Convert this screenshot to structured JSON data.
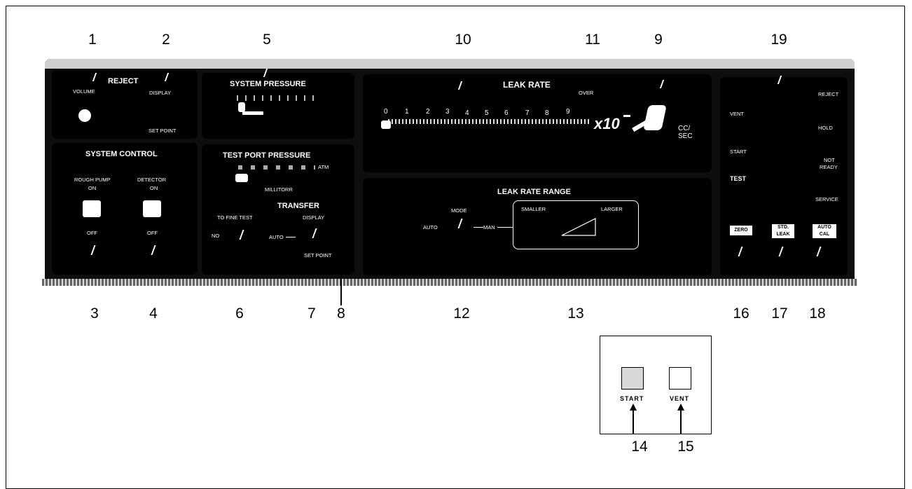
{
  "callouts": {
    "c1": "1",
    "c2": "2",
    "c3": "3",
    "c4": "4",
    "c5": "5",
    "c6": "6",
    "c7": "7",
    "c8": "8",
    "c9": "9",
    "c10": "10",
    "c11": "11",
    "c12": "12",
    "c13": "13",
    "c14": "14",
    "c15": "15",
    "c16": "16",
    "c17": "17",
    "c18": "18",
    "c19": "19"
  },
  "reject_panel": {
    "title": "REJECT",
    "volume": "VOLUME",
    "display": "DISPLAY",
    "set_point": "SET POINT"
  },
  "system_pressure": {
    "title": "SYSTEM PRESSURE"
  },
  "system_control": {
    "title": "SYSTEM CONTROL",
    "rough_pump": "ROUGH PUMP",
    "detector": "DETECTOR",
    "on": "ON",
    "off": "OFF"
  },
  "test_port": {
    "title": "TEST PORT PRESSURE",
    "atm": "ATM",
    "millitorr": "MILLITORR"
  },
  "transfer": {
    "title": "TRANSFER",
    "to_fine_test": "TO FINE TEST",
    "no": "NO",
    "display": "DISPLAY",
    "auto": "AUTO",
    "set_point": "SET POINT"
  },
  "leak_rate": {
    "title": "LEAK RATE",
    "over": "OVER",
    "scale": [
      "0",
      "1",
      "2",
      "3",
      "4",
      "5",
      "6",
      "7",
      "8",
      "9"
    ],
    "multiplier": "x10",
    "unit_top": "CC/",
    "unit_bottom": "SEC"
  },
  "leak_rate_range": {
    "title": "LEAK RATE RANGE",
    "mode": "MODE",
    "auto": "AUTO",
    "man": "MAN",
    "smaller": "SMALLER",
    "larger": "LARGER"
  },
  "status_panel": {
    "vent": "VENT",
    "start": "START",
    "test": "TEST",
    "reject": "REJECT",
    "hold": "HOLD",
    "not": "NOT",
    "ready": "READY",
    "service": "SERVICE",
    "zero": "ZERO",
    "std": "STD.",
    "leak": "LEAK",
    "auto": "AUTO",
    "cal": "CAL"
  },
  "inset": {
    "start": "START",
    "vent": "VENT"
  }
}
